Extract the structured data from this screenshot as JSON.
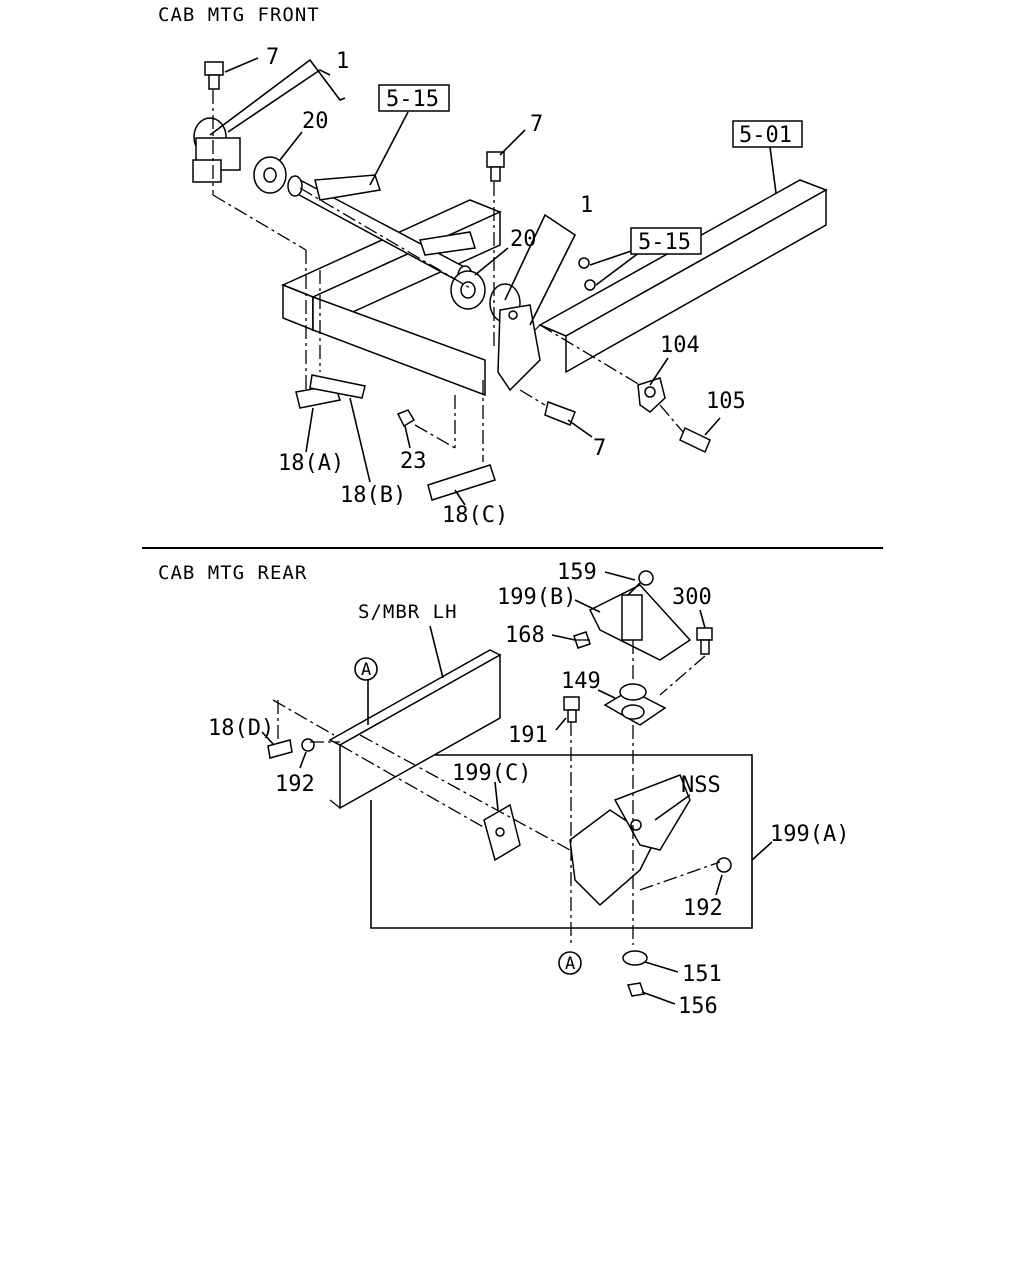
{
  "sections": {
    "front": {
      "title": "CAB MTG FRONT"
    },
    "rear": {
      "title": "CAB MTG REAR"
    }
  },
  "front_callouts": {
    "c7a": "7",
    "c1a": "1",
    "c20a": "20",
    "c7b": "7",
    "c1b": "1",
    "c20b": "20",
    "c104": "104",
    "c105": "105",
    "c7c": "7",
    "c23": "23",
    "c18a": "18(A)",
    "c18b": "18(B)",
    "c18c": "18(C)"
  },
  "front_refs": {
    "r515a": "5-15",
    "r515b": "5-15",
    "r501": "5-01"
  },
  "rear_callouts": {
    "c159": "159",
    "c199b": "199(B)",
    "c300": "300",
    "c168": "168",
    "c149": "149",
    "c191": "191",
    "smbr": "S/MBR LH",
    "c18d": "18(D)",
    "c192a": "192",
    "c199c": "199(C)",
    "nss": "NSS",
    "c199a": "199(A)",
    "c192b": "192",
    "c151": "151",
    "c156": "156"
  },
  "circle_markers": {
    "a_top": "A",
    "a_bottom": "A"
  }
}
